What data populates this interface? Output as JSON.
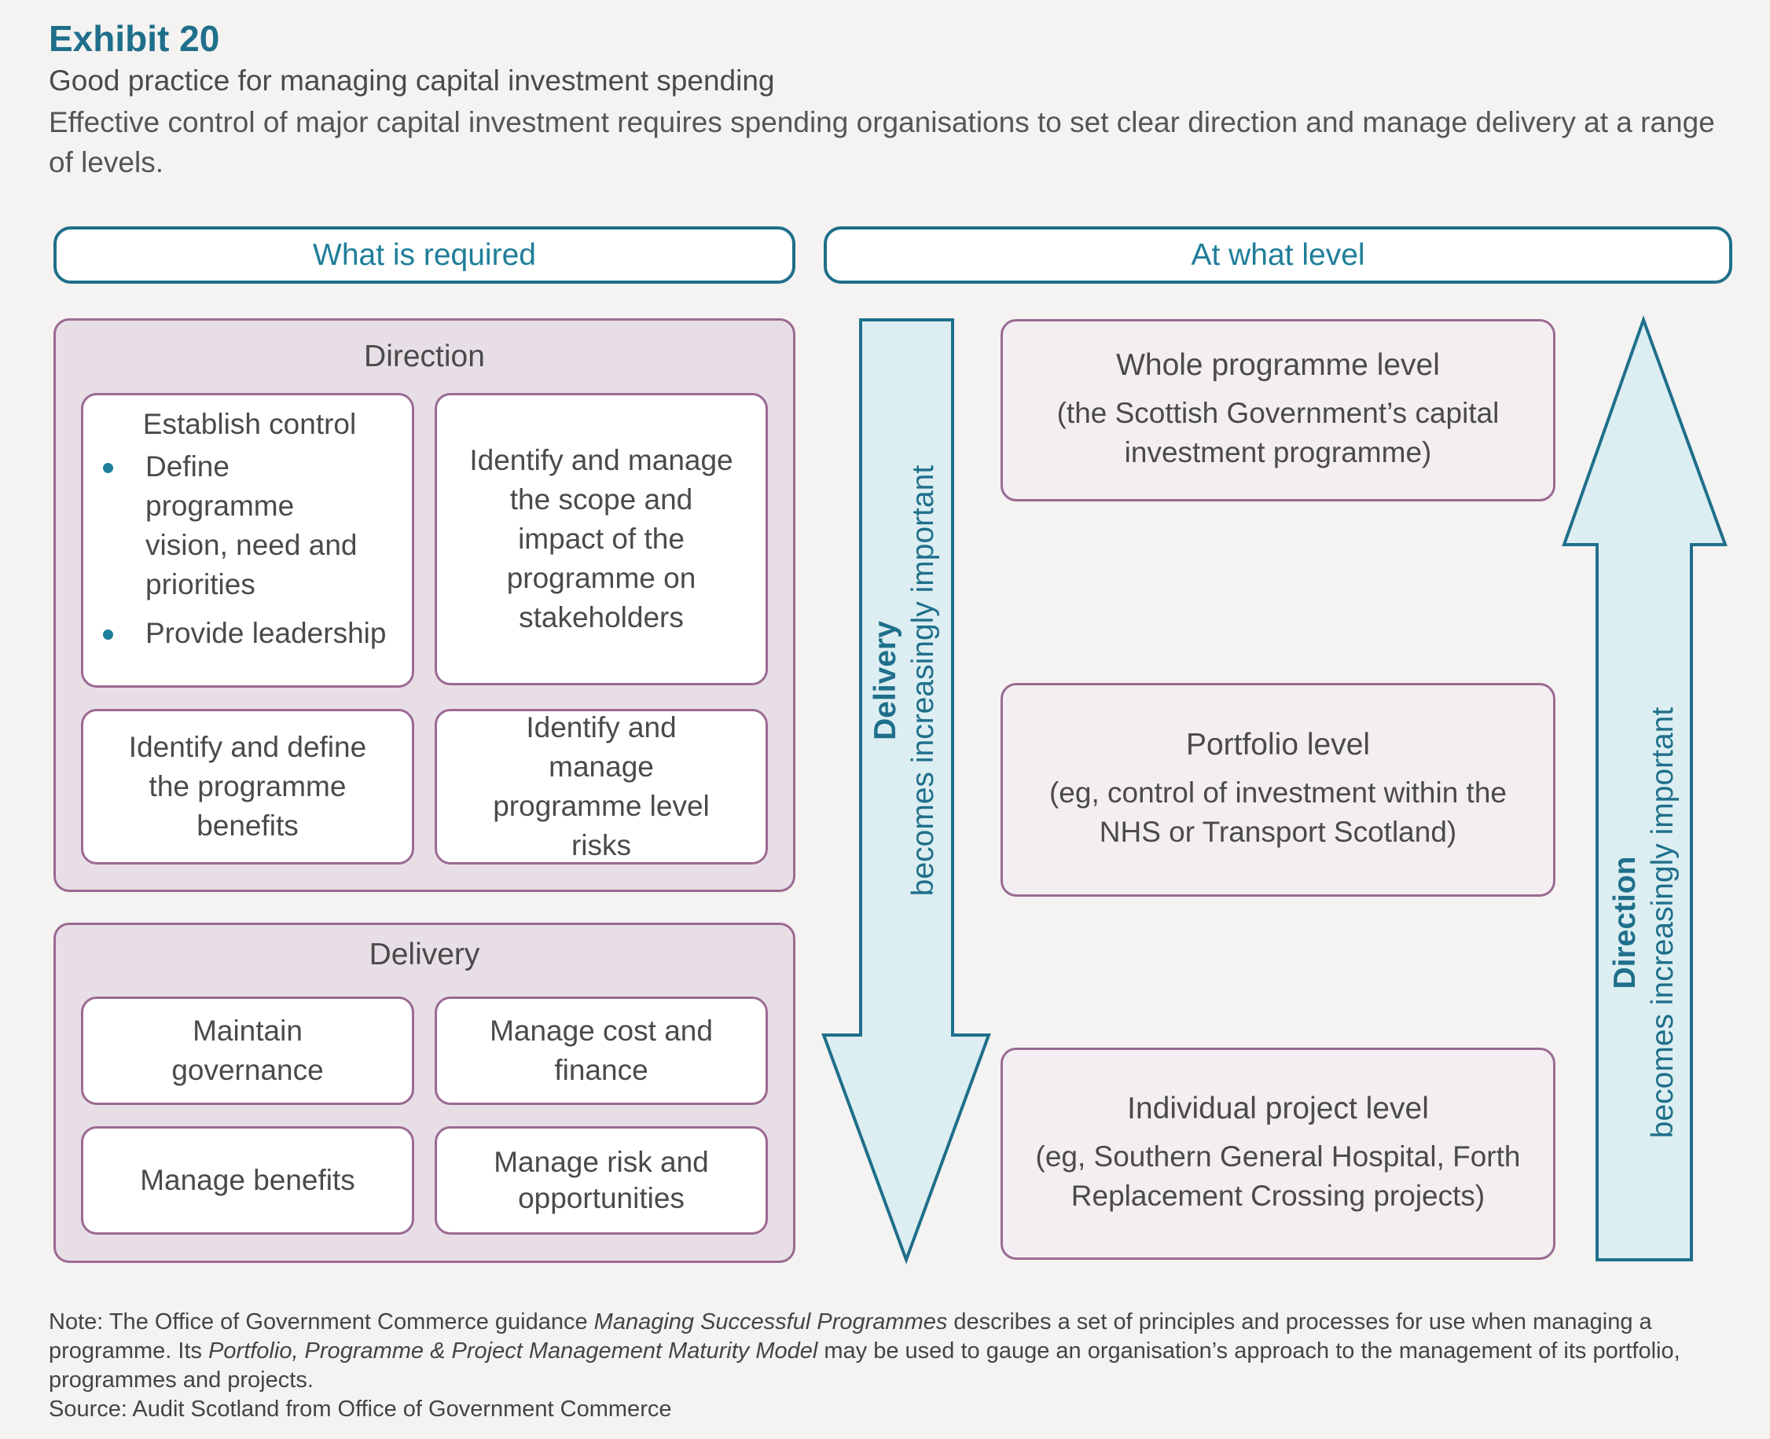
{
  "exhibit": "Exhibit 20",
  "subtitle": "Good practice for managing capital investment spending",
  "intro": "Effective control of major capital investment requires spending organisations to set clear direction and manage delivery at a range of levels.",
  "headers": {
    "left": "What is required",
    "right": "At what level"
  },
  "direction": {
    "title": "Direction",
    "establish": {
      "title": "Establish control",
      "bullets": [
        "Define programme vision, need and priorities",
        "Provide leadership"
      ]
    },
    "scope": "Identify and manage the scope and impact of the programme on stakeholders",
    "benefits": "Identify and define the programme benefits",
    "risks": "Identify and manage programme level risks"
  },
  "delivery": {
    "title": "Delivery",
    "governance": "Maintain governance",
    "cost": "Manage cost and finance",
    "benefits": "Manage benefits",
    "risk": "Manage risk and opportunities"
  },
  "arrows": {
    "down_bold": "Delivery",
    "down_text": "becomes increasingly important",
    "up_bold": "Direction",
    "up_text": "becomes increasingly important",
    "color": "#1f6f8b",
    "fill": "#dceef1"
  },
  "levels": [
    {
      "title": "Whole programme level",
      "desc": "(the Scottish Government’s capital investment programme)"
    },
    {
      "title": "Portfolio level",
      "desc": "(eg, control of investment within the NHS or Transport Scotland)"
    },
    {
      "title": "Individual project level",
      "desc": "(eg, Southern General Hospital, Forth Replacement Crossing projects)"
    }
  ],
  "footer": {
    "note_a": "Note: The Office of Government Commerce guidance ",
    "note_i1": "Managing Successful Programmes",
    "note_b": " describes a set of principles and processes for use when managing a programme. Its ",
    "note_i2": "Portfolio, Programme & Project Management Maturity Model",
    "note_c": " may be used to gauge an organisation’s approach to the management of its portfolio, programmes and projects.",
    "source": "Source: Audit Scotland from Office of Government Commerce"
  }
}
